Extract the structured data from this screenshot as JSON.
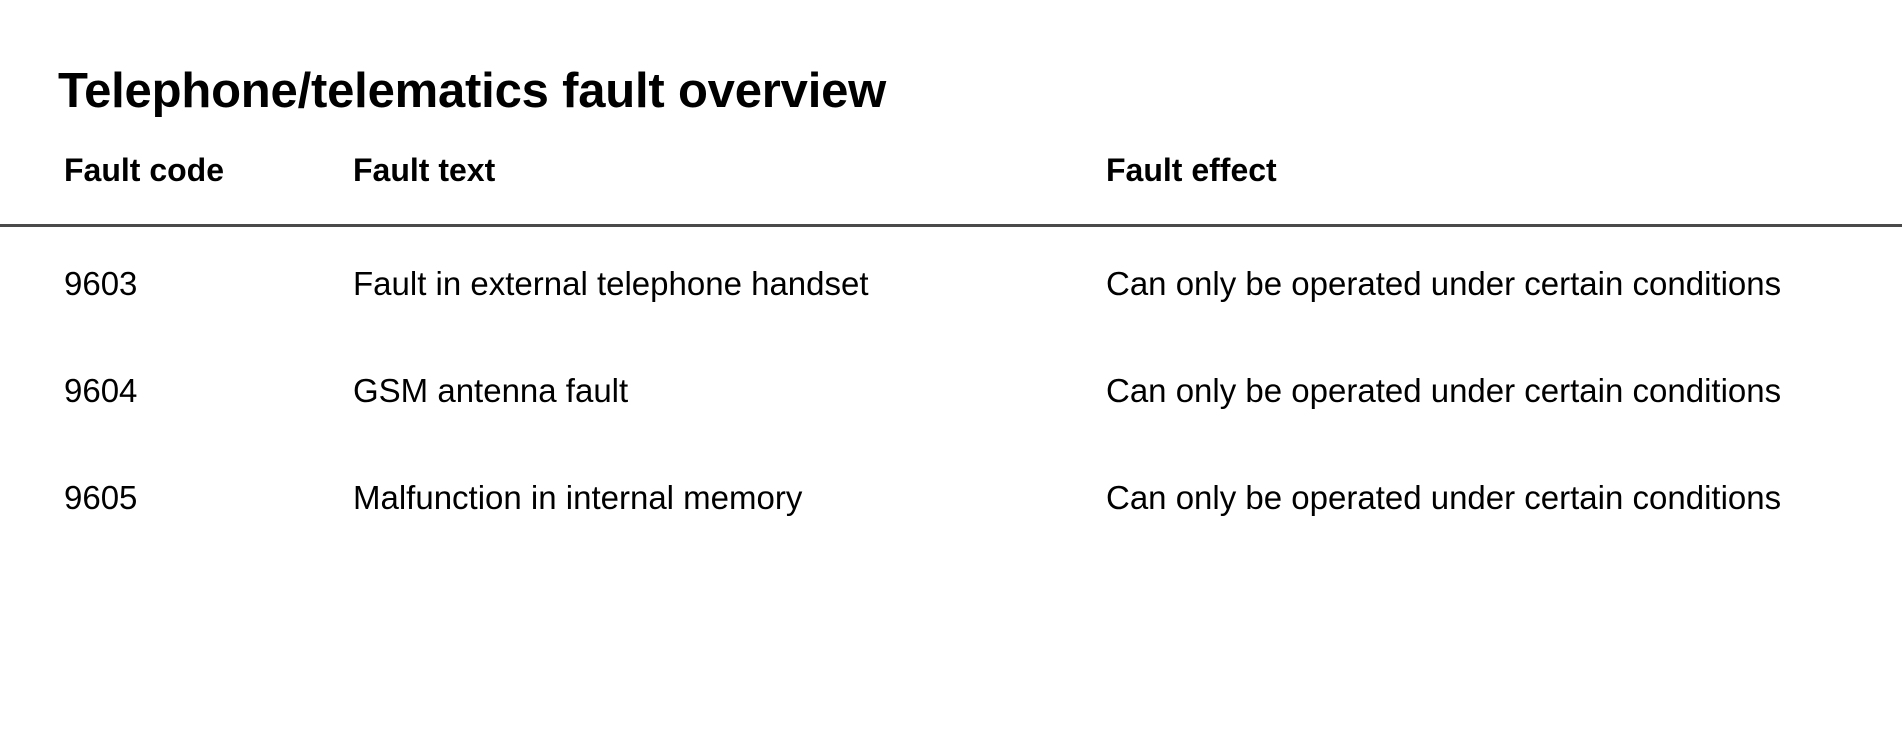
{
  "document": {
    "title": "Telephone/telematics fault overview",
    "background_color": "#ffffff",
    "text_color": "#000000",
    "rule_color": "#4a4a4a"
  },
  "table": {
    "headers": {
      "fault_code": "Fault code",
      "fault_text": "Fault text",
      "fault_effect": "Fault effect"
    },
    "rows": [
      {
        "fault_code": "9603",
        "fault_text": "Fault in external telephone handset",
        "fault_effect": "Can only be operated under certain conditions"
      },
      {
        "fault_code": "9604",
        "fault_text": "GSM antenna fault",
        "fault_effect": "Can only be operated under certain conditions"
      },
      {
        "fault_code": "9605",
        "fault_text": "Malfunction in internal memory",
        "fault_effect": "Can only be operated under certain conditions"
      }
    ]
  }
}
